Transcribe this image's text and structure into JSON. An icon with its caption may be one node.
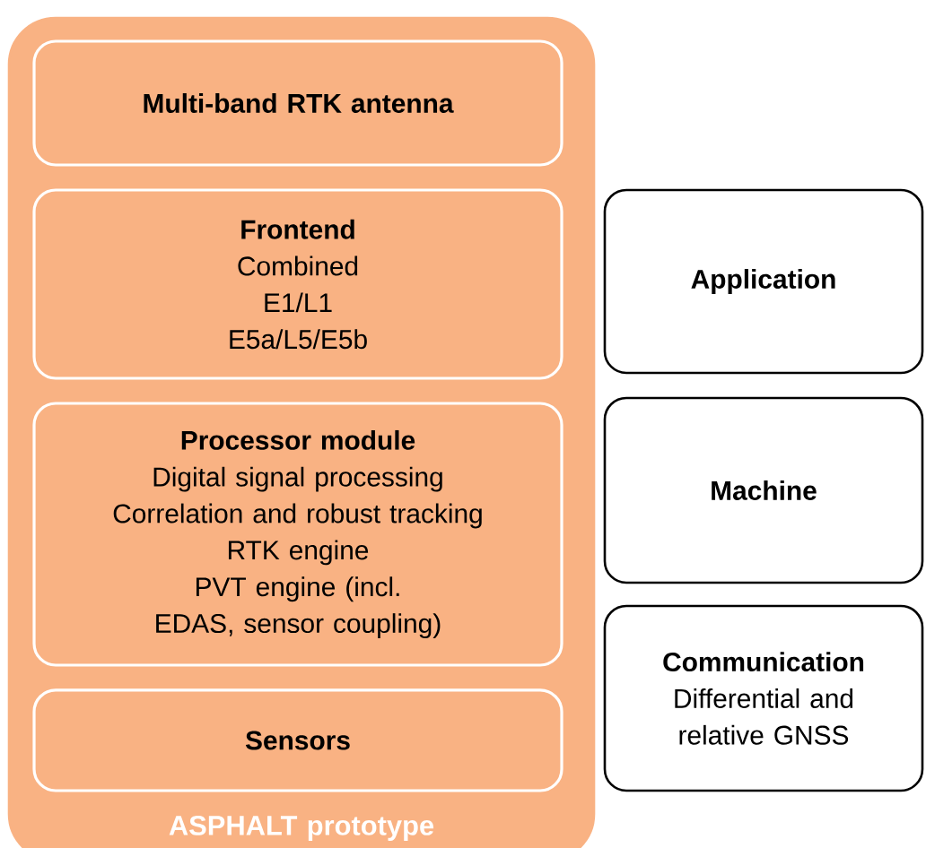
{
  "diagram": {
    "nodes": [
      {
        "text": [
          "ASPHALT prototype"
        ]
      },
      {
        "text": [
          "Multi-band RTK antenna"
        ],
        "in": 0
      },
      {
        "text": [
          "Frontend",
          "Combined E1/L1 E5a/L5/E5b"
        ],
        "in": 0
      },
      {
        "text": [
          "Processor module",
          "Digital signal processing",
          "Correlation and robust tracking",
          "RTK engine",
          "PVT engine (incl. EDAS, sensor coupling)"
        ],
        "in": 0
      },
      {
        "text": [
          "Sensors"
        ],
        "in": 0
      },
      {
        "text": [
          "Application"
        ]
      },
      {
        "text": [
          "Machine"
        ]
      },
      {
        "text": [
          "Communication",
          "Differential and relative GNSS"
        ]
      }
    ]
  }
}
